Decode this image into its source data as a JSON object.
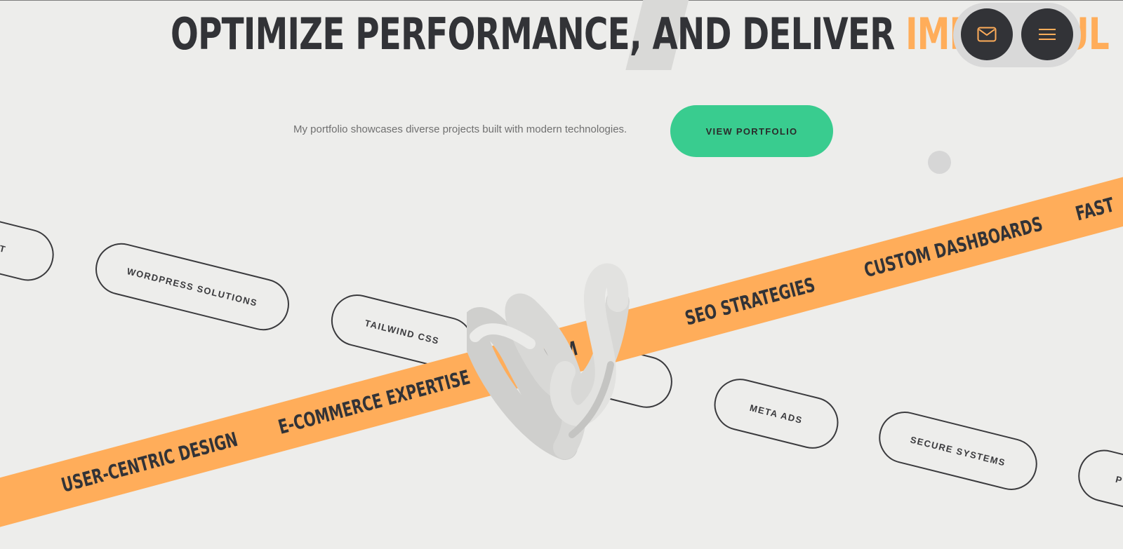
{
  "hero": {
    "headline_main": "OPTIMIZE PERFORMANCE, AND DELIVER",
    "headline_accent": "IMPACTFUL",
    "tagline": "My portfolio showcases diverse projects built with modern technologies.",
    "cta_label": "VIEW PORTFOLIO"
  },
  "nav": {
    "mail_icon": "mail-icon",
    "menu_icon": "hamburger-menu-icon"
  },
  "skill_pills": [
    "ENT",
    "WORDPRESS SOLUTIONS",
    "TAILWIND CSS",
    "META ADS",
    "SECURE SYSTEMS",
    "P"
  ],
  "band_items": [
    "USER-CENTRIC DESIGN",
    "E-COMMERCE EXPERTISE",
    "GITAL M",
    "SEO STRATEGIES",
    "CUSTOM DASHBOARDS",
    "FAST"
  ],
  "colors": {
    "background": "#ededeb",
    "dark": "#323337",
    "accent_orange": "#ffad5a",
    "accent_green": "#39cc8f"
  }
}
